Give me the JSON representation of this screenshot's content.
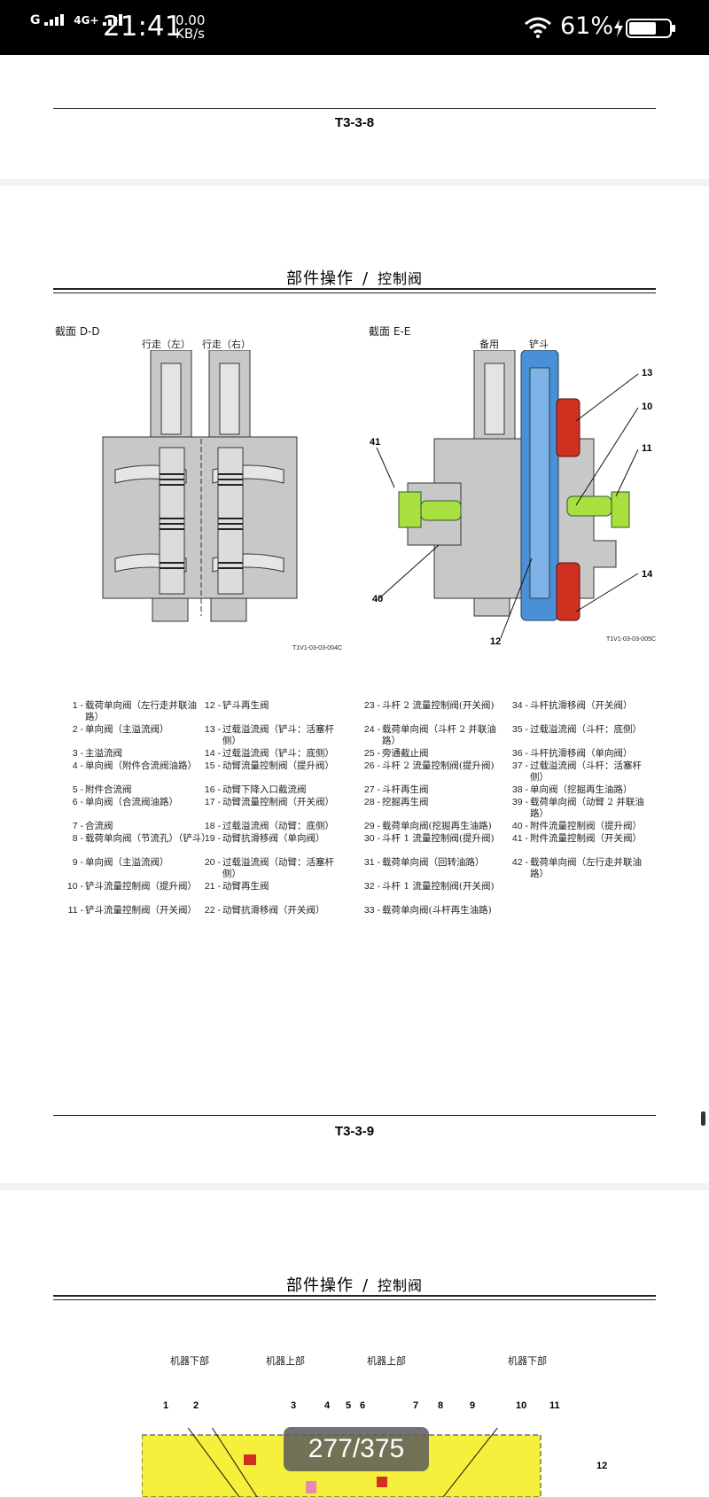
{
  "status_bar": {
    "network": "G",
    "network2": "4G+",
    "time": "21:41",
    "speed_value": "0.00",
    "speed_unit": "KB/s",
    "battery": "61%"
  },
  "page_prev": {
    "number": "T3-3-8"
  },
  "page_main": {
    "header_title": "部件操作",
    "header_sep": "/",
    "header_sub": "控制阀",
    "section_dd": "截面 D-D",
    "section_ee": "截面 E-E",
    "dd_left": "行走（左）",
    "dd_right": "行走（右）",
    "ee_spare": "备用",
    "ee_bucket": "铲斗",
    "fig_dd_code": "T1V1-03-03-004C",
    "fig_ee_code": "T1V1-03-03-005C",
    "callouts": [
      "13",
      "10",
      "41",
      "11",
      "14",
      "40",
      "12"
    ],
    "number": "T3-3-9"
  },
  "legend": [
    {
      "n": "1 -",
      "t": "载荷单向阀（左行走并联油路）"
    },
    {
      "n": "2 -",
      "t": "单向阀（主溢流阀）"
    },
    {
      "n": "3 -",
      "t": "主溢流阀"
    },
    {
      "n": "4 -",
      "t": "单向阀（附件合流阀油路）"
    },
    {
      "n": "5 -",
      "t": "附件合流阀"
    },
    {
      "n": "6 -",
      "t": "单向阀（合流阀油路）"
    },
    {
      "n": "7 -",
      "t": "合流阀"
    },
    {
      "n": "8 -",
      "t": "载荷单向阀（节流孔）（铲斗）"
    },
    {
      "n": "9 -",
      "t": "单向阀（主溢流阀）"
    },
    {
      "n": "10 -",
      "t": "铲斗流量控制阀（提升阀）"
    },
    {
      "n": "11 -",
      "t": "铲斗流量控制阀（开关阀）"
    },
    {
      "n": "12 -",
      "t": "铲斗再生阀"
    },
    {
      "n": "13 -",
      "t": "过载溢流阀（铲斗：活塞杆侧）"
    },
    {
      "n": "14 -",
      "t": "过载溢流阀（铲斗：底侧）"
    },
    {
      "n": "15 -",
      "t": "动臂流量控制阀（提升阀）"
    },
    {
      "n": "16 -",
      "t": "动臂下降入口截流阀"
    },
    {
      "n": "17 -",
      "t": "动臂流量控制阀（开关阀）"
    },
    {
      "n": "18 -",
      "t": "过载溢流阀（动臂：底侧）"
    },
    {
      "n": "19 -",
      "t": "动臂抗滑移阀（单向阀）"
    },
    {
      "n": "20 -",
      "t": "过载溢流阀（动臂：活塞杆侧）"
    },
    {
      "n": "21 -",
      "t": "动臂再生阀"
    },
    {
      "n": "22 -",
      "t": "动臂抗滑移阀（开关阀）"
    },
    {
      "n": "23 -",
      "t": "斗杆 2 流量控制阀(开关阀)"
    },
    {
      "n": "24 -",
      "t": "载荷单向阀（斗杆 2 并联油路）"
    },
    {
      "n": "25 -",
      "t": "旁通截止阀"
    },
    {
      "n": "26 -",
      "t": "斗杆 2 流量控制阀(提升阀)"
    },
    {
      "n": "27 -",
      "t": "斗杆再生阀"
    },
    {
      "n": "28 -",
      "t": "挖掘再生阀"
    },
    {
      "n": "29 -",
      "t": "载荷单向阀(挖掘再生油路)"
    },
    {
      "n": "30 -",
      "t": "斗杆 1 流量控制阀(提升阀)"
    },
    {
      "n": "31 -",
      "t": "载荷单向阀（回转油路）"
    },
    {
      "n": "32 -",
      "t": "斗杆 1 流量控制阀(开关阀)"
    },
    {
      "n": "33 -",
      "t": "载荷单向阀(斗杆再生油路)"
    },
    {
      "n": "34 -",
      "t": "斗杆抗滑移阀（开关阀）"
    },
    {
      "n": "35 -",
      "t": "过载溢流阀（斗杆：底侧）"
    },
    {
      "n": "36 -",
      "t": "斗杆抗滑移阀（单向阀）"
    },
    {
      "n": "37 -",
      "t": "过载溢流阀（斗杆：活塞杆侧）"
    },
    {
      "n": "38 -",
      "t": "单向阀（挖掘再生油路）"
    },
    {
      "n": "39 -",
      "t": "载荷单向阀（动臂 2 并联油路）"
    },
    {
      "n": "40 -",
      "t": "附件流量控制阀（提升阀）"
    },
    {
      "n": "41 -",
      "t": "附件流量控制阀（开关阀）"
    },
    {
      "n": "42 -",
      "t": "载荷单向阀（左行走并联油路）"
    }
  ],
  "page_next": {
    "header_title": "部件操作",
    "header_sep": "/",
    "header_sub": "控制阀",
    "labels": [
      "机器下部",
      "机器上部",
      "机器上部",
      "机器下部"
    ],
    "callouts": [
      "1",
      "2",
      "3",
      "4",
      "5",
      "6",
      "7",
      "8",
      "9",
      "10",
      "11",
      "12"
    ]
  },
  "pager": "277/375",
  "colors": {
    "bucket_blue": "#4a90d9",
    "relief_red": "#d03020",
    "attach_green": "#a8e040",
    "schematic_yellow": "#f4f03c"
  }
}
